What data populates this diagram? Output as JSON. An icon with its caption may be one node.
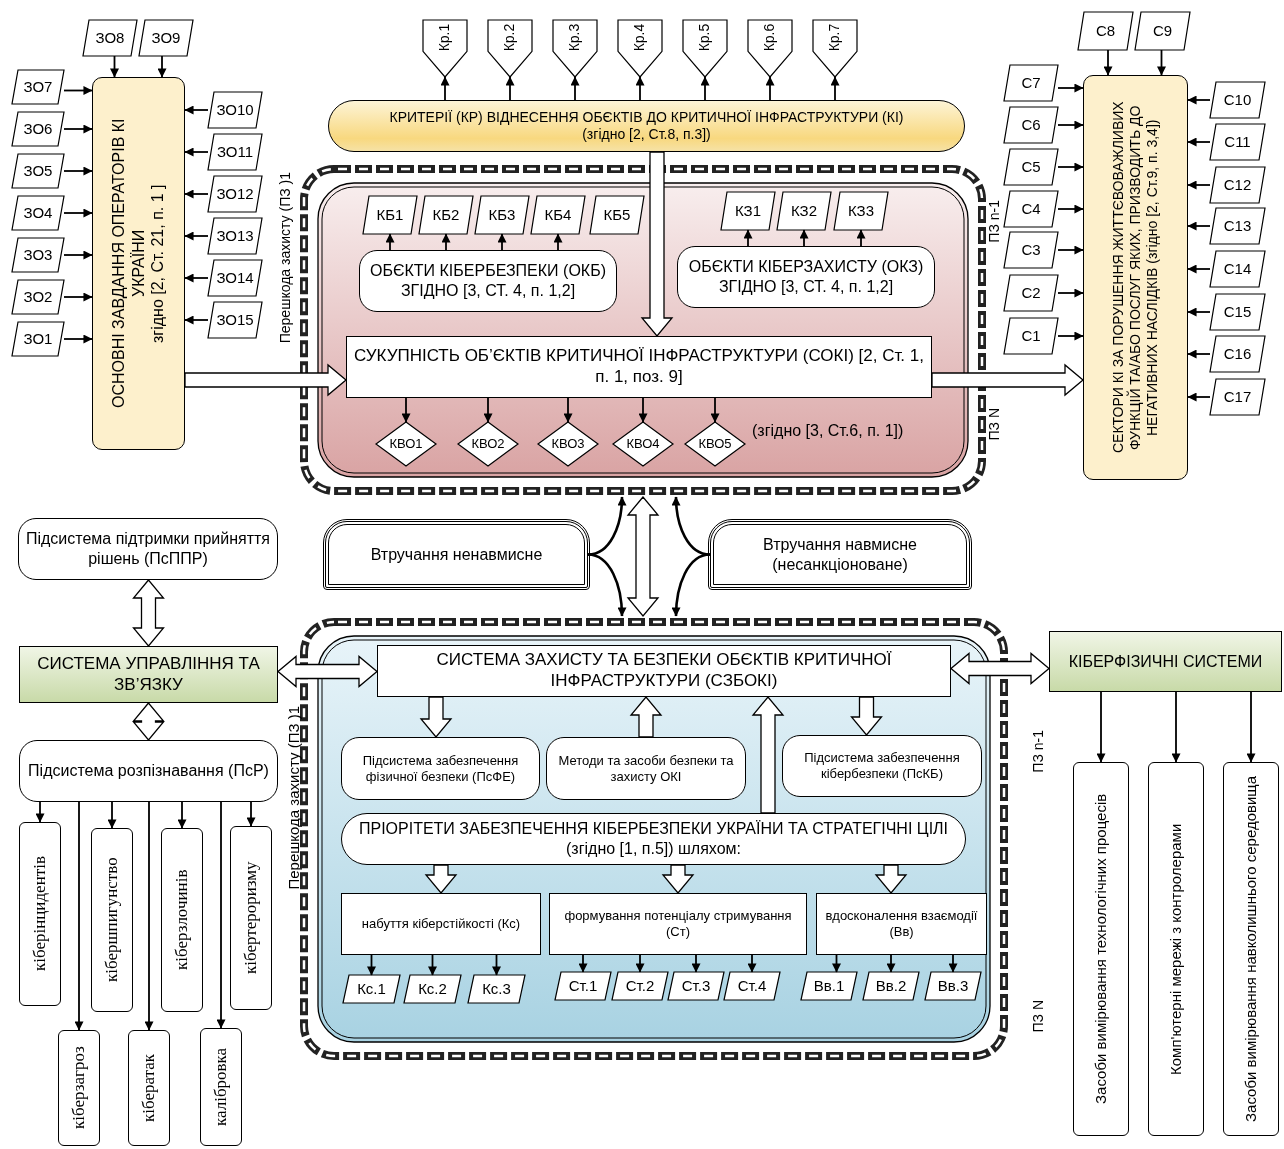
{
  "diagram": {
    "nodes": [
      {
        "text": [
          "ЗО1"
        ]
      },
      {
        "text": [
          "ЗО2"
        ]
      },
      {
        "text": [
          "ЗО3"
        ]
      },
      {
        "text": [
          "ЗО4"
        ]
      },
      {
        "text": [
          "ЗО5"
        ]
      },
      {
        "text": [
          "ЗО6"
        ]
      },
      {
        "text": [
          "ЗО7"
        ]
      },
      {
        "text": [
          "ЗО8"
        ]
      },
      {
        "text": [
          "ЗО9"
        ]
      },
      {
        "text": [
          "ЗО10"
        ]
      },
      {
        "text": [
          "ЗО11"
        ]
      },
      {
        "text": [
          "ЗО12"
        ]
      },
      {
        "text": [
          "ЗО13"
        ]
      },
      {
        "text": [
          "ЗО14"
        ]
      },
      {
        "text": [
          "ЗО15"
        ]
      },
      {
        "text": [
          "ОСНОВНІ ЗАВДАННЯ ОПЕРАТОРІВ КІ УКРАЇНИ",
          "згідно [2, Ст. 21, п. 1 ]"
        ]
      },
      {
        "text": [
          "Кр.1"
        ]
      },
      {
        "text": [
          "Кр.2"
        ]
      },
      {
        "text": [
          "Кр.3"
        ]
      },
      {
        "text": [
          "Кр.4"
        ]
      },
      {
        "text": [
          "Кр.5"
        ]
      },
      {
        "text": [
          "Кр.6"
        ]
      },
      {
        "text": [
          "Кр.7"
        ]
      },
      {
        "text": [
          "КРИТЕРІЇ (КР) ВІДНЕСЕННЯ ОБЄКТІВ ДО КРИТИЧНОЇ ІНФРАСТРУКТУРИ (КІ)",
          "(згідно [2, Ст.8, п.3])"
        ]
      },
      {
        "text": [],
        "shape": "box"
      },
      {
        "text": [
          "КБ1"
        ],
        "in": 24
      },
      {
        "text": [
          "КБ2"
        ],
        "in": 24
      },
      {
        "text": [
          "КБ3"
        ],
        "in": 24
      },
      {
        "text": [
          "КБ4"
        ],
        "in": 24
      },
      {
        "text": [
          "КБ5"
        ],
        "in": 24
      },
      {
        "text": [
          "КЗ1"
        ],
        "in": 24
      },
      {
        "text": [
          "КЗ2"
        ],
        "in": 24
      },
      {
        "text": [
          "КЗ3"
        ],
        "in": 24
      },
      {
        "text": [
          "ОБЄКТИ КІБЕРБЕЗПЕКИ (ОКБ) ЗГІДНО [3, СТ. 4, п. 1,2]"
        ],
        "in": 24
      },
      {
        "text": [
          "ОБЄКТИ КІБЕРЗАХИСТУ (ОКЗ) ЗГІДНО [3, СТ. 4, п. 1,2]"
        ],
        "in": 24
      },
      {
        "text": [
          "СУКУПНІСТЬ ОБ’ЄКТІВ КРИТИЧНОЇ ІНФРАСТРУКТУРИ (СОКІ) [2, Ст. 1, п. 1, поз. 9]"
        ],
        "in": 24
      },
      {
        "text": [
          "КВО1"
        ],
        "in": 24
      },
      {
        "text": [
          "КВО2"
        ],
        "in": 24
      },
      {
        "text": [
          "КВО3"
        ],
        "in": 24
      },
      {
        "text": [
          "КВО4"
        ],
        "in": 24
      },
      {
        "text": [
          "КВО5"
        ],
        "in": 24
      },
      {
        "text": [
          "С1"
        ]
      },
      {
        "text": [
          "С2"
        ]
      },
      {
        "text": [
          "С3"
        ]
      },
      {
        "text": [
          "С4"
        ]
      },
      {
        "text": [
          "С5"
        ]
      },
      {
        "text": [
          "С6"
        ]
      },
      {
        "text": [
          "С7"
        ]
      },
      {
        "text": [
          "С8"
        ]
      },
      {
        "text": [
          "С9"
        ]
      },
      {
        "text": [
          "С10"
        ]
      },
      {
        "text": [
          "С11"
        ]
      },
      {
        "text": [
          "С12"
        ]
      },
      {
        "text": [
          "С13"
        ]
      },
      {
        "text": [
          "С14"
        ]
      },
      {
        "text": [
          "С15"
        ]
      },
      {
        "text": [
          "С16"
        ]
      },
      {
        "text": [
          "С17"
        ]
      },
      {
        "text": [
          "СЕКТОРИ КІ ЗА ПОРУШЕННЯ ЖИТТЄВОВАЖЛИВИХ ФУНКЦІЙ ТА/АБО ПОСЛУГ ЯКИХ, ПРИЗВОДИТЬ ДО НЕГАТИВНИХ НАСЛІДКІВ (згідно [2, Ст.9, п. 3,4])"
        ]
      },
      {
        "text": [
          "Втручання ненавмисне"
        ]
      },
      {
        "text": [
          "Втручання навмисне (несанкціоноване)"
        ]
      },
      {
        "text": [
          "Підсистема підтримки прийняття рішень (ПсППР)"
        ]
      },
      {
        "text": [
          "СИСТЕМА УПРАВЛІННЯ ТА ЗВ’ЯЗКУ"
        ]
      },
      {
        "text": [
          "Підсистема розпізнавання (ПсР)"
        ]
      },
      {
        "text": [
          "кіберінцидентів"
        ]
      },
      {
        "text": [
          "кіберзагроз"
        ]
      },
      {
        "text": [
          "кібершпигунство"
        ]
      },
      {
        "text": [
          "кібератак"
        ]
      },
      {
        "text": [
          "кіберзлочинів"
        ]
      },
      {
        "text": [
          "калібровка"
        ]
      },
      {
        "text": [
          "кібертероризму"
        ]
      },
      {
        "text": [],
        "shape": "box"
      },
      {
        "text": [
          "СИСТЕМА ЗАХИСТУ ТА БЕЗПЕКИ ОБЄКТІВ КРИТИЧНОЇ ІНФРАСТРУКТУРИ (СЗБОКІ)"
        ],
        "in": 71
      },
      {
        "text": [
          "Підсистема забезпечення фізичної безпеки (ПсФЕ)"
        ],
        "in": 71
      },
      {
        "text": [
          "Методи та засоби безпеки та захисту ОКІ"
        ],
        "in": 71
      },
      {
        "text": [
          "Підсистема забезпечення кібербезпеки (ПсКБ)"
        ],
        "in": 71
      },
      {
        "text": [
          "ПРІОРІТЕТИ ЗАБЕЗПЕЧЕННЯ КІБЕРБЕЗПЕКИ УКРАЇНИ ТА СТРАТЕГІЧНІ ЦІЛІ (згідно [1, п.5]) шляхом:"
        ],
        "in": 71
      },
      {
        "text": [
          "набуття кіберстійкості (Кс)"
        ],
        "in": 71
      },
      {
        "text": [
          "формування потенціалу стримування (Ст)"
        ],
        "in": 71
      },
      {
        "text": [
          "вдосконалення взаємодії (Вв)"
        ],
        "in": 71
      },
      {
        "text": [
          "Кс.1"
        ],
        "in": 71
      },
      {
        "text": [
          "Кс.2"
        ],
        "in": 71
      },
      {
        "text": [
          "Кс.3"
        ],
        "in": 71
      },
      {
        "text": [
          "Ст.1"
        ],
        "in": 71
      },
      {
        "text": [
          "Ст.2"
        ],
        "in": 71
      },
      {
        "text": [
          "Ст.3"
        ],
        "in": 71
      },
      {
        "text": [
          "Ст.4"
        ],
        "in": 71
      },
      {
        "text": [
          "Вв.1"
        ],
        "in": 71
      },
      {
        "text": [
          "Вв.2"
        ],
        "in": 71
      },
      {
        "text": [
          "Вв.3"
        ],
        "in": 71
      },
      {
        "text": [
          "КІБЕРФІЗИЧНІ СИСТЕМИ"
        ]
      },
      {
        "text": [
          "Засоби вимірювання технологічних процесів"
        ]
      },
      {
        "text": [
          "Комп'ютерні мережі з контролерами"
        ]
      },
      {
        "text": [
          "Засоби вимірювання навколишнього середовища"
        ]
      }
    ],
    "edges": [
      {
        "from": 0,
        "to": 15,
        "arrow": "to"
      },
      {
        "from": 1,
        "to": 15,
        "arrow": "to"
      },
      {
        "from": 2,
        "to": 15,
        "arrow": "to"
      },
      {
        "from": 3,
        "to": 15,
        "arrow": "to"
      },
      {
        "from": 4,
        "to": 15,
        "arrow": "to"
      },
      {
        "from": 5,
        "to": 15,
        "arrow": "to"
      },
      {
        "from": 6,
        "to": 15,
        "arrow": "to"
      },
      {
        "from": 7,
        "to": 15,
        "arrow": "to"
      },
      {
        "from": 8,
        "to": 15,
        "arrow": "to"
      },
      {
        "from": 9,
        "to": 15,
        "arrow": "to"
      },
      {
        "from": 10,
        "to": 15,
        "arrow": "to"
      },
      {
        "from": 11,
        "to": 15,
        "arrow": "to"
      },
      {
        "from": 12,
        "to": 15,
        "arrow": "to"
      },
      {
        "from": 13,
        "to": 15,
        "arrow": "to"
      },
      {
        "from": 14,
        "to": 15,
        "arrow": "to"
      },
      {
        "from": 15,
        "to": 35,
        "arrow": "to",
        "style": "thick"
      },
      {
        "from": 23,
        "to": 16,
        "arrow": "to"
      },
      {
        "from": 23,
        "to": 17,
        "arrow": "to"
      },
      {
        "from": 23,
        "to": 18,
        "arrow": "to"
      },
      {
        "from": 23,
        "to": 19,
        "arrow": "to"
      },
      {
        "from": 23,
        "to": 20,
        "arrow": "to"
      },
      {
        "from": 23,
        "to": 21,
        "arrow": "to"
      },
      {
        "from": 23,
        "to": 22,
        "arrow": "to"
      },
      {
        "from": 23,
        "to": 35,
        "arrow": "to",
        "style": "thick"
      },
      {
        "from": 33,
        "to": 25,
        "arrow": "to"
      },
      {
        "from": 33,
        "to": 26,
        "arrow": "to"
      },
      {
        "from": 33,
        "to": 27,
        "arrow": "to"
      },
      {
        "from": 33,
        "to": 28,
        "arrow": "to"
      },
      {
        "from": 34,
        "to": 30,
        "arrow": "to"
      },
      {
        "from": 34,
        "to": 31,
        "arrow": "to"
      },
      {
        "from": 34,
        "to": 32,
        "arrow": "to"
      },
      {
        "from": 35,
        "to": 36,
        "arrow": "to"
      },
      {
        "from": 35,
        "to": 37,
        "arrow": "to"
      },
      {
        "from": 35,
        "to": 38,
        "arrow": "to"
      },
      {
        "from": 35,
        "to": 39,
        "arrow": "to"
      },
      {
        "from": 35,
        "to": 40,
        "arrow": "to"
      },
      {
        "from": 35,
        "to": 58,
        "arrow": "to",
        "style": "thick"
      },
      {
        "from": 41,
        "to": 58,
        "arrow": "to"
      },
      {
        "from": 42,
        "to": 58,
        "arrow": "to"
      },
      {
        "from": 43,
        "to": 58,
        "arrow": "to"
      },
      {
        "from": 44,
        "to": 58,
        "arrow": "to"
      },
      {
        "from": 45,
        "to": 58,
        "arrow": "to"
      },
      {
        "from": 46,
        "to": 58,
        "arrow": "to"
      },
      {
        "from": 47,
        "to": 58,
        "arrow": "to"
      },
      {
        "from": 48,
        "to": 58,
        "arrow": "to"
      },
      {
        "from": 49,
        "to": 58,
        "arrow": "to"
      },
      {
        "from": 50,
        "to": 58,
        "arrow": "to"
      },
      {
        "from": 51,
        "to": 58,
        "arrow": "to"
      },
      {
        "from": 52,
        "to": 58,
        "arrow": "to"
      },
      {
        "from": 53,
        "to": 58,
        "arrow": "to"
      },
      {
        "from": 54,
        "to": 58,
        "arrow": "to"
      },
      {
        "from": 55,
        "to": 58,
        "arrow": "to"
      },
      {
        "from": 56,
        "to": 58,
        "arrow": "to"
      },
      {
        "from": 57,
        "to": 58,
        "arrow": "to"
      },
      {
        "from": 24,
        "to": 71,
        "arrow": "both",
        "style": "thick"
      },
      {
        "from": 59,
        "to": 24,
        "arrow": "to"
      },
      {
        "from": 59,
        "to": 71,
        "arrow": "to"
      },
      {
        "from": 60,
        "to": 24,
        "arrow": "to"
      },
      {
        "from": 60,
        "to": 71,
        "arrow": "to"
      },
      {
        "from": 61,
        "to": 62,
        "arrow": "both",
        "style": "thick"
      },
      {
        "from": 62,
        "to": 63,
        "arrow": "both",
        "style": "thick"
      },
      {
        "from": 62,
        "to": 72,
        "arrow": "both",
        "style": "thick"
      },
      {
        "from": 72,
        "to": 90,
        "arrow": "both",
        "style": "thick"
      },
      {
        "from": 63,
        "to": 64,
        "arrow": "to"
      },
      {
        "from": 63,
        "to": 65,
        "arrow": "to"
      },
      {
        "from": 63,
        "to": 66,
        "arrow": "to"
      },
      {
        "from": 63,
        "to": 67,
        "arrow": "to"
      },
      {
        "from": 63,
        "to": 68,
        "arrow": "to"
      },
      {
        "from": 63,
        "to": 69,
        "arrow": "to"
      },
      {
        "from": 63,
        "to": 70,
        "arrow": "to"
      },
      {
        "from": 72,
        "to": 73,
        "arrow": "to",
        "style": "thick"
      },
      {
        "from": 74,
        "to": 72,
        "arrow": "to",
        "style": "thick"
      },
      {
        "from": 76,
        "to": 72,
        "arrow": "to",
        "style": "thick"
      },
      {
        "from": 72,
        "to": 75,
        "arrow": "to",
        "style": "thick"
      },
      {
        "from": 76,
        "to": 77,
        "arrow": "to",
        "style": "thick"
      },
      {
        "from": 76,
        "to": 78,
        "arrow": "to",
        "style": "thick"
      },
      {
        "from": 76,
        "to": 79,
        "arrow": "to",
        "style": "thick"
      },
      {
        "from": 77,
        "to": 80,
        "arrow": "to"
      },
      {
        "from": 77,
        "to": 81,
        "arrow": "to"
      },
      {
        "from": 77,
        "to": 82,
        "arrow": "to"
      },
      {
        "from": 78,
        "to": 83,
        "arrow": "to"
      },
      {
        "from": 78,
        "to": 84,
        "arrow": "to"
      },
      {
        "from": 78,
        "to": 85,
        "arrow": "to"
      },
      {
        "from": 78,
        "to": 86,
        "arrow": "to"
      },
      {
        "from": 79,
        "to": 87,
        "arrow": "to"
      },
      {
        "from": 79,
        "to": 88,
        "arrow": "to"
      },
      {
        "from": 79,
        "to": 89,
        "arrow": "to"
      },
      {
        "from": 90,
        "to": 91,
        "arrow": "to"
      },
      {
        "from": 90,
        "to": 92,
        "arrow": "to"
      },
      {
        "from": 90,
        "to": 93,
        "arrow": "to"
      }
    ],
    "labels": [
      "Перешкода захисту (ПЗ )1",
      "ПЗ n-1",
      "ПЗ N",
      "(згідно [3, Ст.6, п. 1])",
      "Перешкода захисту (ПЗ )1",
      "ПЗ n-1",
      "ПЗ N"
    ]
  }
}
